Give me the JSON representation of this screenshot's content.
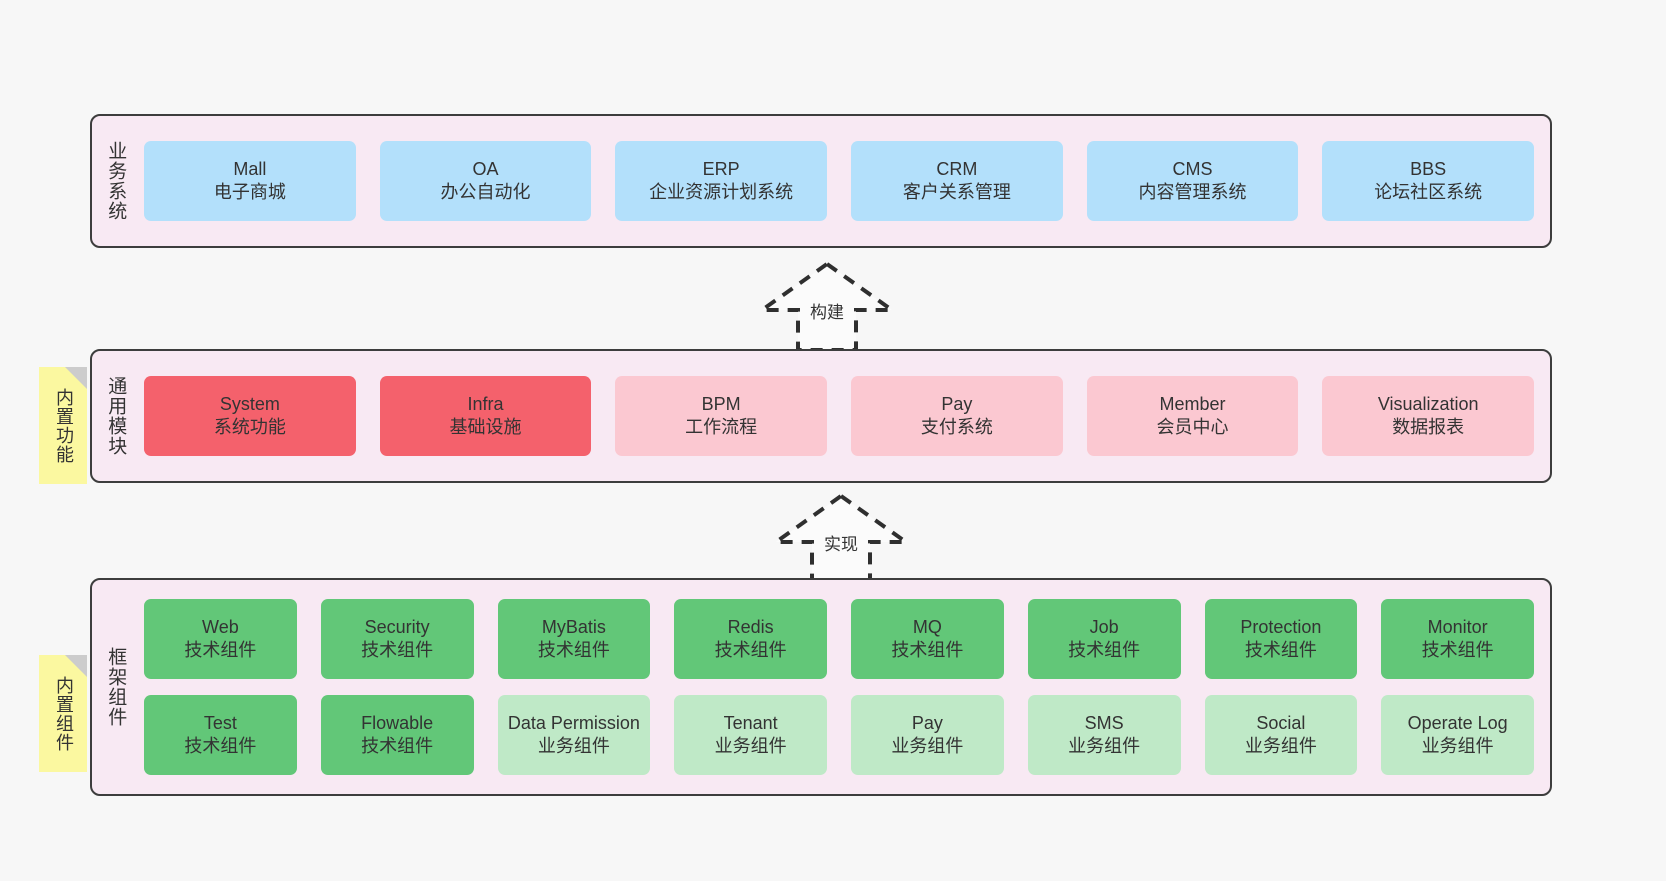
{
  "diagram": {
    "background": "#f7f7f7",
    "band_bg": "#f8e9f3",
    "band_border": "#3d3d3d",
    "note_bg": "#fbf8a0",
    "colors": {
      "business_system": "#b3e0fb",
      "module_core": "#f4616c",
      "module_optional": "#fbc8d1",
      "tech_component": "#62c778",
      "biz_component": "#bfe9c7"
    }
  },
  "notes": [
    {
      "id": "builtin-features",
      "text": "内置功能"
    },
    {
      "id": "builtin-components",
      "text": "内置组件"
    }
  ],
  "arrows": [
    {
      "id": "build-arrow",
      "label": "构建"
    },
    {
      "id": "implement-arrow",
      "label": "实现"
    }
  ],
  "bands": [
    {
      "id": "business-systems",
      "title": "业务系统",
      "rows": [
        {
          "id": "business-row-1",
          "cards": [
            {
              "color": "blue",
              "name": "Mall",
              "desc": "电子商城"
            },
            {
              "color": "blue",
              "name": "OA",
              "desc": "办公自动化"
            },
            {
              "color": "blue",
              "name": "ERP",
              "desc": "企业资源计划系统"
            },
            {
              "color": "blue",
              "name": "CRM",
              "desc": "客户关系管理"
            },
            {
              "color": "blue",
              "name": "CMS",
              "desc": "内容管理系统"
            },
            {
              "color": "blue",
              "name": "BBS",
              "desc": "论坛社区系统"
            }
          ]
        }
      ]
    },
    {
      "id": "common-modules",
      "title": "通用模块",
      "rows": [
        {
          "id": "modules-row-1",
          "cards": [
            {
              "color": "red",
              "name": "System",
              "desc": "系统功能"
            },
            {
              "color": "red",
              "name": "Infra",
              "desc": "基础设施"
            },
            {
              "color": "pink",
              "name": "BPM",
              "desc": "工作流程"
            },
            {
              "color": "pink",
              "name": "Pay",
              "desc": "支付系统"
            },
            {
              "color": "pink",
              "name": "Member",
              "desc": "会员中心"
            },
            {
              "color": "pink",
              "name": "Visualization",
              "desc": "数据报表"
            }
          ]
        }
      ]
    },
    {
      "id": "framework-components",
      "title": "框架组件",
      "rows": [
        {
          "id": "framework-row-1",
          "cards": [
            {
              "color": "green",
              "name": "Web",
              "desc": "技术组件"
            },
            {
              "color": "green",
              "name": "Security",
              "desc": "技术组件"
            },
            {
              "color": "green",
              "name": "MyBatis",
              "desc": "技术组件"
            },
            {
              "color": "green",
              "name": "Redis",
              "desc": "技术组件"
            },
            {
              "color": "green",
              "name": "MQ",
              "desc": "技术组件"
            },
            {
              "color": "green",
              "name": "Job",
              "desc": "技术组件"
            },
            {
              "color": "green",
              "name": "Protection",
              "desc": "技术组件"
            },
            {
              "color": "green",
              "name": "Monitor",
              "desc": "技术组件"
            }
          ]
        },
        {
          "id": "framework-row-2",
          "cards": [
            {
              "color": "green",
              "name": "Test",
              "desc": "技术组件"
            },
            {
              "color": "green",
              "name": "Flowable",
              "desc": "技术组件"
            },
            {
              "color": "lightgreen",
              "name": "Data Permission",
              "desc": "业务组件"
            },
            {
              "color": "lightgreen",
              "name": "Tenant",
              "desc": "业务组件"
            },
            {
              "color": "lightgreen",
              "name": "Pay",
              "desc": "业务组件"
            },
            {
              "color": "lightgreen",
              "name": "SMS",
              "desc": "业务组件"
            },
            {
              "color": "lightgreen",
              "name": "Social",
              "desc": "业务组件"
            },
            {
              "color": "lightgreen",
              "name": "Operate Log",
              "desc": "业务组件"
            }
          ]
        }
      ]
    }
  ]
}
